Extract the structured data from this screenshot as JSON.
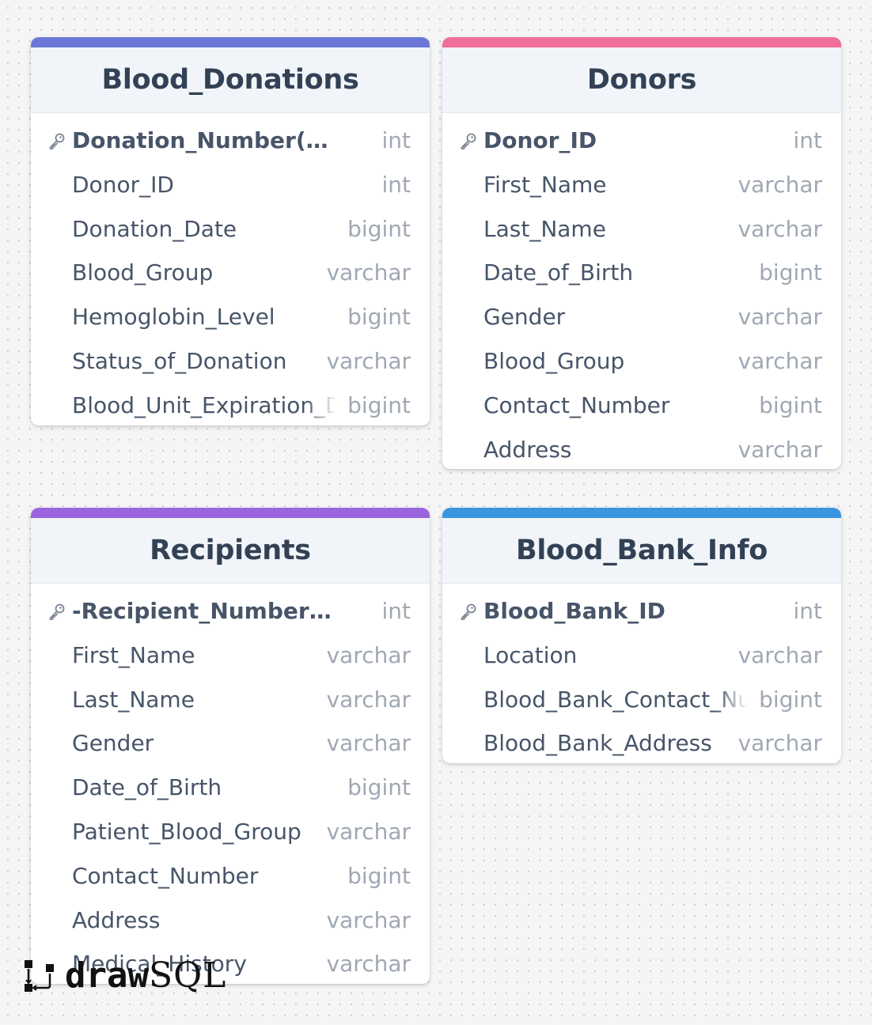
{
  "app": {
    "brand_bold": "draw",
    "brand_light": "SQL"
  },
  "tables": [
    {
      "name": "Blood_Donations",
      "accent": "#6a77d4",
      "columns": [
        {
          "name": "Donation_Number(Primary Key)",
          "type": "int",
          "pk": true
        },
        {
          "name": "Donor_ID",
          "type": "int",
          "pk": false
        },
        {
          "name": "Donation_Date",
          "type": "bigint",
          "pk": false
        },
        {
          "name": "Blood_Group",
          "type": "varchar",
          "pk": false
        },
        {
          "name": "Hemoglobin_Level",
          "type": "bigint",
          "pk": false
        },
        {
          "name": "Status_of_Donation",
          "type": "varchar",
          "pk": false
        },
        {
          "name": "Blood_Unit_Expiration_Date",
          "type": "bigint",
          "pk": false
        }
      ]
    },
    {
      "name": "Donors",
      "accent": "#f16d9a",
      "columns": [
        {
          "name": "Donor_ID",
          "type": "int",
          "pk": true
        },
        {
          "name": "First_Name",
          "type": "varchar",
          "pk": false
        },
        {
          "name": "Last_Name",
          "type": "varchar",
          "pk": false
        },
        {
          "name": "Date_of_Birth",
          "type": "bigint",
          "pk": false
        },
        {
          "name": "Gender",
          "type": "varchar",
          "pk": false
        },
        {
          "name": "Blood_Group",
          "type": "varchar",
          "pk": false
        },
        {
          "name": "Contact_Number",
          "type": "bigint",
          "pk": false
        },
        {
          "name": "Address",
          "type": "varchar",
          "pk": false
        }
      ]
    },
    {
      "name": "Recipients",
      "accent": "#9b65e0",
      "columns": [
        {
          "name": "-Recipient_Number(Primary Key)",
          "type": "int",
          "pk": true
        },
        {
          "name": "First_Name",
          "type": "varchar",
          "pk": false
        },
        {
          "name": "Last_Name",
          "type": "varchar",
          "pk": false
        },
        {
          "name": "Gender",
          "type": "varchar",
          "pk": false
        },
        {
          "name": "Date_of_Birth",
          "type": "bigint",
          "pk": false
        },
        {
          "name": "Patient_Blood_Group",
          "type": "varchar",
          "pk": false
        },
        {
          "name": "Contact_Number",
          "type": "bigint",
          "pk": false
        },
        {
          "name": "Address",
          "type": "varchar",
          "pk": false
        },
        {
          "name": "Medical_History",
          "type": "varchar",
          "pk": false
        }
      ]
    },
    {
      "name": "Blood_Bank_Info",
      "accent": "#3a95df",
      "columns": [
        {
          "name": "Blood_Bank_ID",
          "type": "int",
          "pk": true
        },
        {
          "name": "Location",
          "type": "varchar",
          "pk": false
        },
        {
          "name": "Blood_Bank_Contact_Number",
          "type": "bigint",
          "pk": false
        },
        {
          "name": "Blood_Bank_Address",
          "type": "varchar",
          "pk": false
        }
      ]
    }
  ]
}
